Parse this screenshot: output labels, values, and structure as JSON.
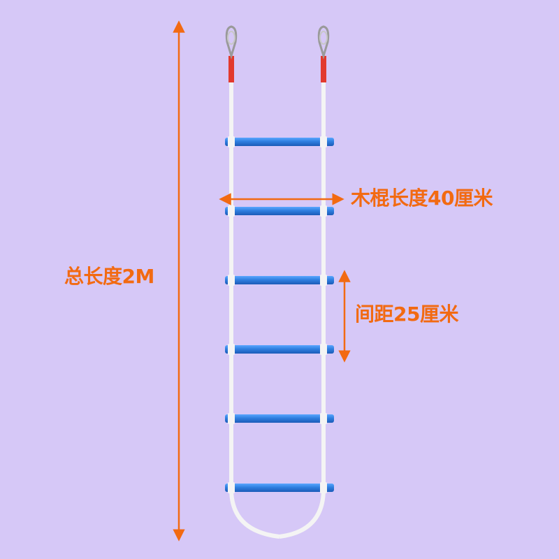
{
  "labels": {
    "total_length": "总长度2M",
    "rung_length": "木棍长度40厘米",
    "rung_spacing": "间距25厘米"
  },
  "ladder": {
    "rung_count": 6
  },
  "colors": {
    "background": "#d6c8f7",
    "accent": "#f26a12",
    "rung": "#2f7fe0",
    "rope": "#ffffff",
    "rope_tape": "#e23a2e"
  },
  "icons": [
    "snap-hook-icon",
    "dimension-arrow-icon"
  ]
}
